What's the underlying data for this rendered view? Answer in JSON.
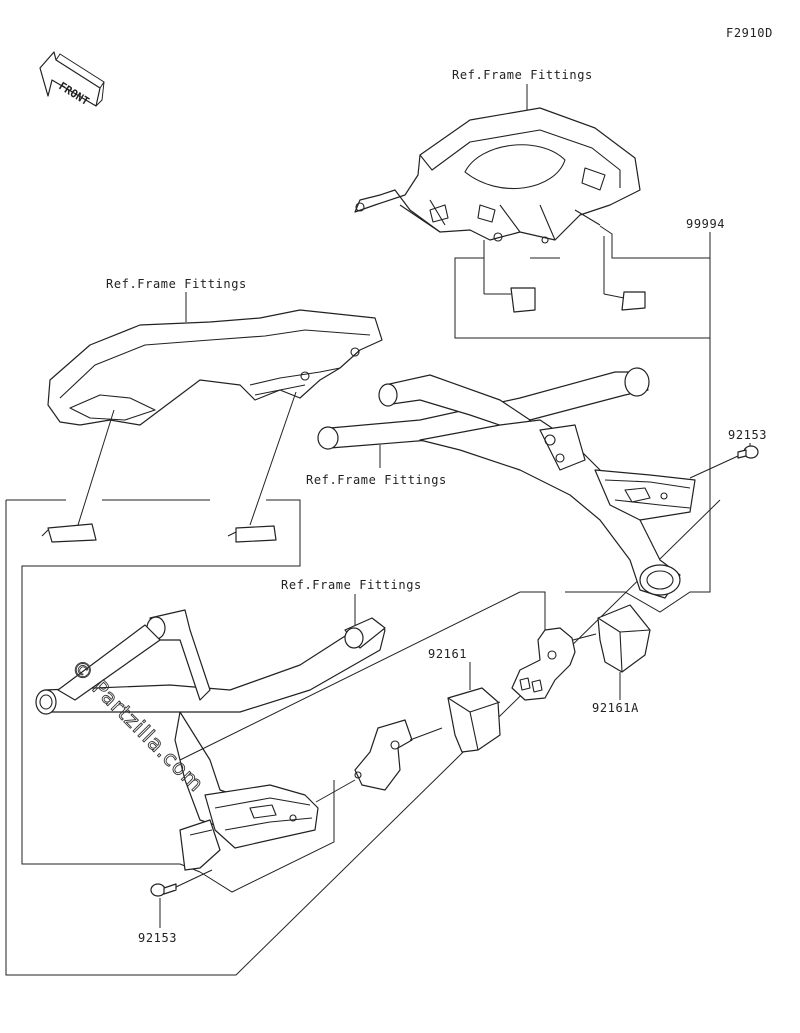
{
  "diagram_code": "F2910D",
  "front_label": "FRONT",
  "watermark": "© Partzilla.com",
  "labels": {
    "ref_frame_top": "Ref.Frame Fittings",
    "ref_frame_left": "Ref.Frame Fittings",
    "ref_frame_middle": "Ref.Frame Fittings",
    "ref_frame_lower": "Ref.Frame Fittings",
    "part_99994": "99994",
    "part_92153_right": "92153",
    "part_92153_bottom": "92153",
    "part_92161": "92161",
    "part_92161A": "92161A"
  }
}
